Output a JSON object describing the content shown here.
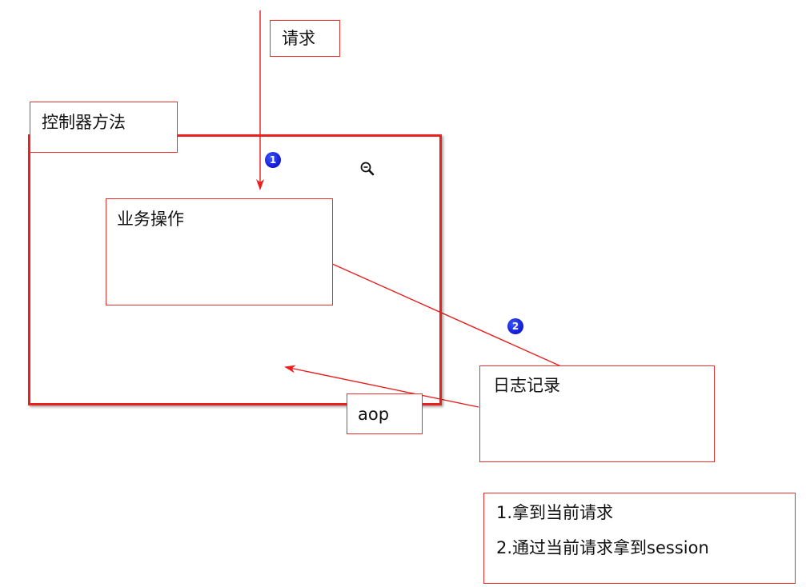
{
  "labels": {
    "request": "请求",
    "controller_method": "控制器方法",
    "business_operation": "业务操作",
    "logging": "日志记录",
    "aop": "aop"
  },
  "notes": {
    "line1": "1.拿到当前请求",
    "line2": "2.通过当前请求拿到session"
  },
  "steps": {
    "step1": "1",
    "step2": "2"
  },
  "icons": {
    "zoom": "zoom-out-icon"
  },
  "colors": {
    "line": "#e8201e",
    "badge": "#1a22e0"
  }
}
